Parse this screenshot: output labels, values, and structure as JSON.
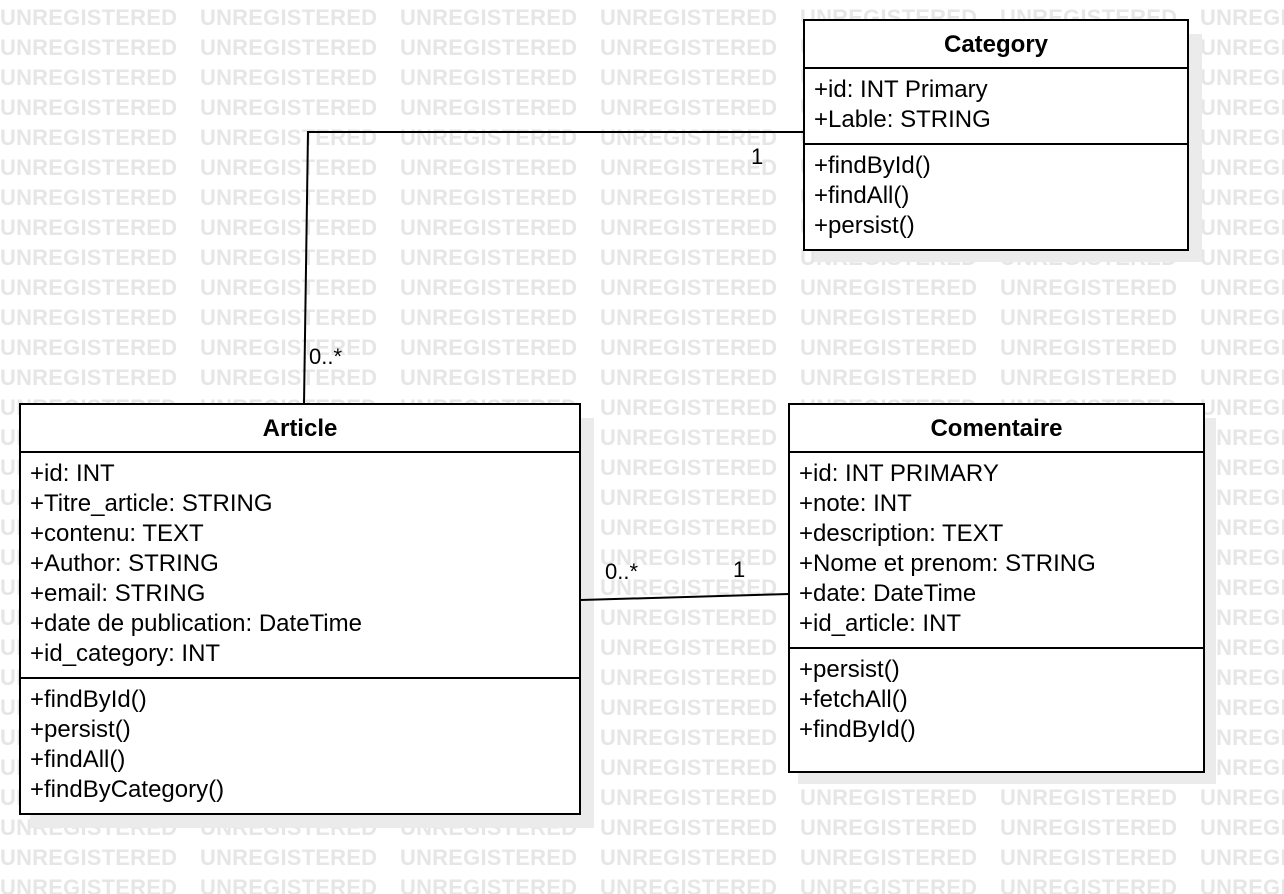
{
  "watermark": {
    "text": "UNREGISTERED"
  },
  "classes": {
    "category": {
      "name": "Category",
      "attributes": [
        "+id: INT Primary",
        "+Lable: STRING"
      ],
      "methods": [
        "+findById()",
        "+findAll()",
        "+persist()"
      ]
    },
    "article": {
      "name": "Article",
      "attributes": [
        "+id: INT",
        "+Titre_article: STRING",
        "+contenu: TEXT",
        "+Author: STRING",
        "+email: STRING",
        "+date de publication: DateTime",
        "+id_category: INT"
      ],
      "methods": [
        "+findById()",
        "+persist()",
        "+findAll()",
        "+findByCategory()"
      ]
    },
    "comentaire": {
      "name": "Comentaire",
      "attributes": [
        "+id: INT PRIMARY",
        "+note: INT",
        "+description: TEXT",
        "+Nome et prenom: STRING",
        "+date: DateTime",
        "+id_article: INT"
      ],
      "methods": [
        "+persist()",
        "+fetchAll()",
        "+findById()"
      ]
    }
  },
  "associations": [
    {
      "from": "article",
      "to": "category",
      "from_multiplicity": "0..*",
      "to_multiplicity": "1"
    },
    {
      "from": "article",
      "to": "comentaire",
      "from_multiplicity": "0..*",
      "to_multiplicity": "1"
    }
  ],
  "colors": {
    "line": "#000000",
    "box_fill": "#ffffff",
    "shadow": "#ebebeb",
    "watermark": "#e6e6e6"
  }
}
